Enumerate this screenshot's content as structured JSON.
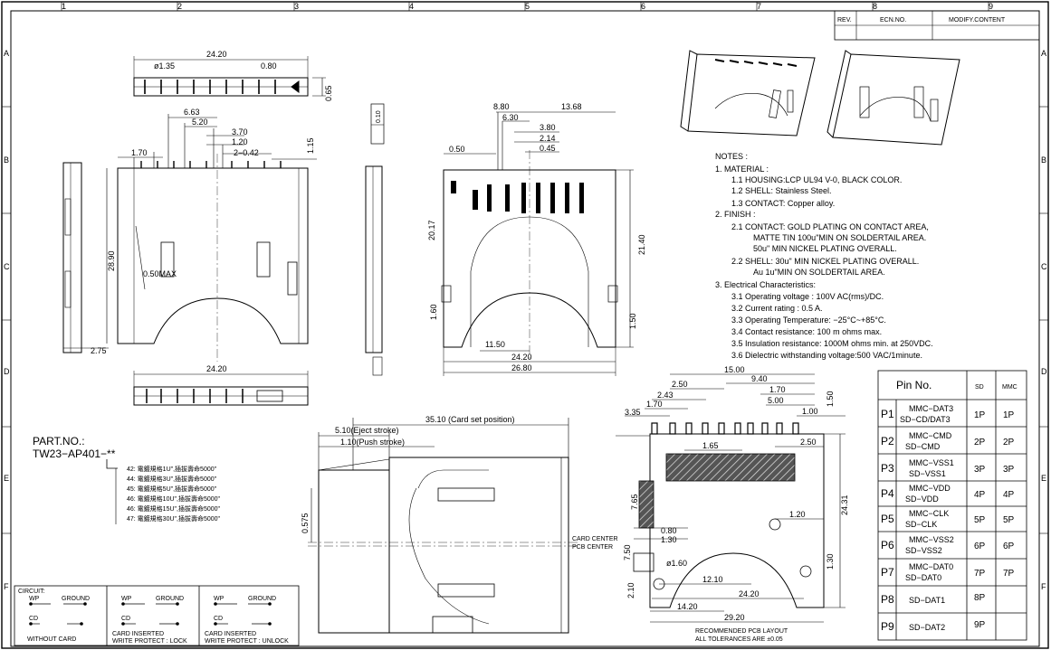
{
  "frame": {
    "cols": [
      "1",
      "2",
      "3",
      "4",
      "5",
      "6",
      "7",
      "8",
      "9"
    ],
    "rows": [
      "A",
      "B",
      "C",
      "D",
      "E",
      "F"
    ]
  },
  "revision": {
    "rev": "REV.",
    "ecn": "ECN.NO.",
    "modify": "MODIFY.CONTENT"
  },
  "top_view": {
    "d_24_20": "24.20",
    "d_1_35": "ø1.35",
    "d_0_80": "0.80",
    "d_0_65": "0.65"
  },
  "front_view": {
    "d_6_63": "6.63",
    "d_5_20": "5.20",
    "d_3_70": "3.70",
    "d_1_20": "1.20",
    "d_1_70": "1.70",
    "d_2_042": "2−0.42",
    "d_1_15": "1.15",
    "d_28_90": "28.90",
    "d_0_50max": "0.50MAX",
    "d_2_75": "2.75",
    "d_24_20b": "24.20",
    "flatness": "0.10"
  },
  "back_view": {
    "d_8_80": "8.80",
    "d_6_30": "6.30",
    "d_13_68": "13.68",
    "d_3_80": "3.80",
    "d_2_14": "2.14",
    "d_0_45": "0.45",
    "d_0_50": "0.50",
    "d_20_17": "20.17",
    "d_21_40": "21.40",
    "d_1_60": "1.60",
    "d_1_50": "1.50",
    "d_11_50": "11.50",
    "d_24_20": "24.20",
    "d_26_80": "26.80"
  },
  "notes": {
    "title": "NOTES :",
    "lines": [
      "1. MATERIAL :",
      "1.1 HOUSING:LCP UL94 V-0, BLACK COLOR.",
      "1.2 SHELL: Stainless Steel.",
      "1.3 CONTACT: Copper alloy.",
      "2. FINISH :",
      "2.1 CONTACT: GOLD PLATING ON CONTACT AREA,",
      "MATTE TIN 100u\"MIN ON SOLDERTAIL AREA.",
      "50u\" MIN NICKEL PLATING OVERALL.",
      "2.2 SHELL: 30u\" MIN NICKEL PLATING OVERALL.",
      "Au 1u\"MIN ON SOLDERTAIL AREA.",
      "3. Electrical Characteristics:",
      "3.1 Operating voltage : 100V AC(rms)/DC.",
      "3.2 Current rating : 0.5 A.",
      "3.3 Operating Temperature: −25°C~+85°C.",
      "3.4 Contact resistance: 100 m ohms max.",
      "3.5 Insulation resistance: 1000M ohms min. at 250VDC.",
      "3.6 Dielectric withstanding voltage:500 VAC/1minute."
    ]
  },
  "part": {
    "label": "PART.NO.:",
    "number": "TW23−AP401−**",
    "options": [
      "42: 電鍍規格1U\",插拔壽命5000\"",
      "44: 電鍍規格3U\",插拔壽命5000\"",
      "45: 電鍍規格5U\",插拔壽命5000\"",
      "46: 電鍍規格10U\",插拔壽命5000\"",
      "46: 電鍍規格15U\",插拔壽命5000\"",
      "47: 電鍍規格30U\",插拔壽命5000\""
    ]
  },
  "side_view": {
    "d_35_10": "35.10 (Card set position)",
    "d_5_10": "5.10(Eject stroke)",
    "d_1_10": "1.10(Push stroke)",
    "d_0_575": "0.575",
    "note_center": "CARD CENTER",
    "note_pcb": "PCB CENTER"
  },
  "layout": {
    "d_15_00": "15.00",
    "d_9_40": "9.40",
    "d_2_50": "2.50",
    "d_2_43": "2.43",
    "d_1_70a": "1.70",
    "d_1_70b": "1.70",
    "d_3_35": "3.35",
    "d_5_00": "5.00",
    "d_1_00": "1.00",
    "d_1_50a": "1.50",
    "d_1_65": "1.65",
    "d_2_50b": "2.50",
    "d_7_65": "7.65",
    "d_24_31": "24.31",
    "d_0_80": "0.80",
    "d_1_30a": "1.30",
    "d_1_20": "1.20",
    "d_7_50": "7.50",
    "d_ø1_60": "ø1.60",
    "d_12_10": "12.10",
    "d_2_10": "2.10",
    "d_14_20": "14.20",
    "d_24_20": "24.20",
    "d_29_20": "29.20",
    "d_1_30b": "1.30",
    "note_bottom1": "RECOMMENDED PCB LAYOUT",
    "note_bottom2": "ALL TOLERANCES ARE ±0.05"
  },
  "pin_table": {
    "headers": [
      "Pin No.",
      "SD",
      "MMC"
    ],
    "rows": [
      {
        "pin": "P1",
        "name1": "MMC−DAT3",
        "name2": "SD−CD/DAT3",
        "sd": "1P",
        "mmc": "1P"
      },
      {
        "pin": "P2",
        "name1": "MMC−CMD",
        "name2": "SD−CMD",
        "sd": "2P",
        "mmc": "2P"
      },
      {
        "pin": "P3",
        "name1": "MMC−VSS1",
        "name2": "SD−VSS1",
        "sd": "3P",
        "mmc": "3P"
      },
      {
        "pin": "P4",
        "name1": "MMC−VDD",
        "name2": "SD−VDD",
        "sd": "4P",
        "mmc": "4P"
      },
      {
        "pin": "P5",
        "name1": "MMC−CLK",
        "name2": "SD−CLK",
        "sd": "5P",
        "mmc": "5P"
      },
      {
        "pin": "P6",
        "name1": "MMC−VSS2",
        "name2": "SD−VSS2",
        "sd": "6P",
        "mmc": "6P"
      },
      {
        "pin": "P7",
        "name1": "MMC−DAT0",
        "name2": "SD−DAT0",
        "sd": "7P",
        "mmc": "7P"
      },
      {
        "pin": "P8",
        "name1": "SD−DAT1",
        "name2": "",
        "sd": "8P",
        "mmc": ""
      },
      {
        "pin": "P9",
        "name1": "SD−DAT2",
        "name2": "",
        "sd": "9P",
        "mmc": ""
      }
    ]
  },
  "circuit": {
    "title": "CIRCUIT:",
    "wp": "WP",
    "ground": "GROUND",
    "cd": "CD",
    "state1": "WITHOUT CARD",
    "state2a": "CARD INSERTED",
    "state2b": "WRITE PROTECT : LOCK",
    "state3a": "CARD INSERTED",
    "state3b": "WRITE PROTECT : UNLOCK"
  }
}
